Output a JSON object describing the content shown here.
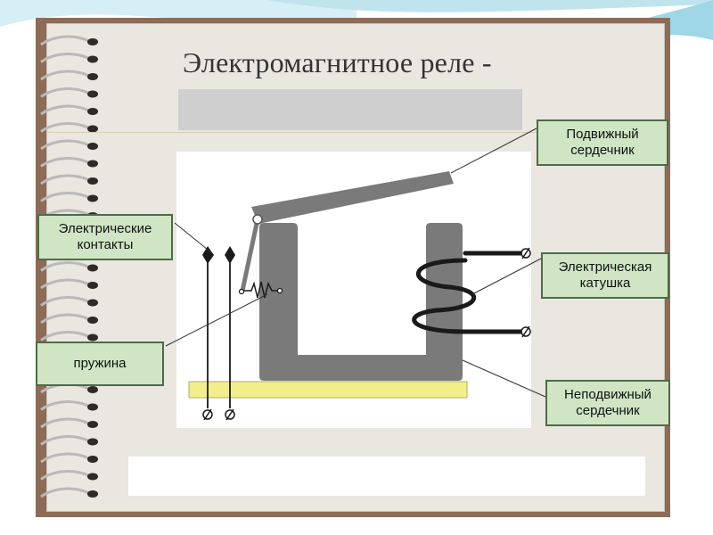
{
  "slide": {
    "title": "Электромагнитное реле -"
  },
  "labels": {
    "moving_core": [
      "Подвижный",
      "сердечник"
    ],
    "contacts": [
      "Электрические",
      "контакты"
    ],
    "coil": [
      "Электрическая",
      "катушка"
    ],
    "spring": "пружина",
    "fixed_core": [
      "Неподвижный",
      "сердечник"
    ]
  },
  "colors": {
    "frame": "#8c6b57",
    "paper": "#e9e7e0",
    "label_fill": "#cfe5c4",
    "label_border": "#4d6b48",
    "core": "#7a7a7a",
    "base": "#f2ee8c"
  }
}
